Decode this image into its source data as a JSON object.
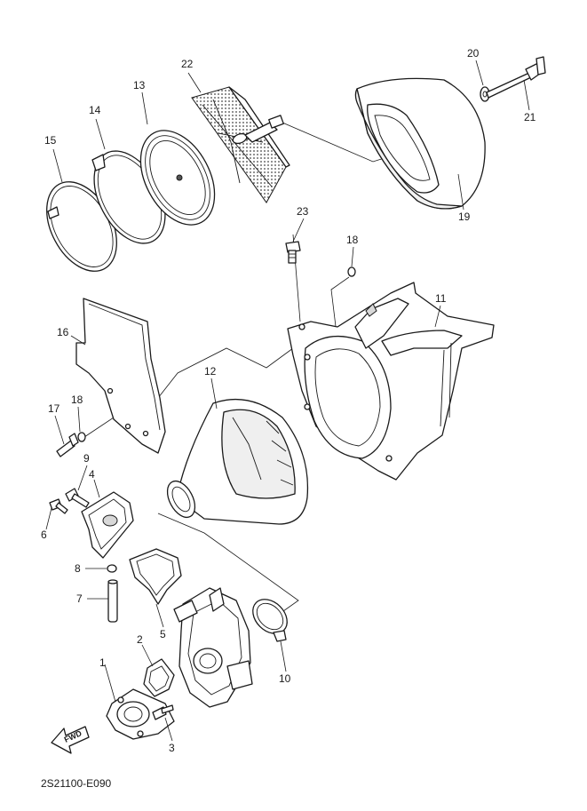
{
  "diagram": {
    "code": "2S21100-E090",
    "fwd_label": "FWD",
    "callouts": {
      "c1": "1",
      "c2": "2",
      "c3": "3",
      "c4": "4",
      "c5": "5",
      "c6": "6",
      "c7": "7",
      "c8": "8",
      "c9": "9",
      "c10": "10",
      "c11": "11",
      "c12": "12",
      "c13": "13",
      "c14": "14",
      "c15": "15",
      "c16": "16",
      "c17": "17",
      "c18a": "18",
      "c18b": "18",
      "c19": "19",
      "c20": "20",
      "c21": "21",
      "c22": "22",
      "c23": "23"
    }
  }
}
